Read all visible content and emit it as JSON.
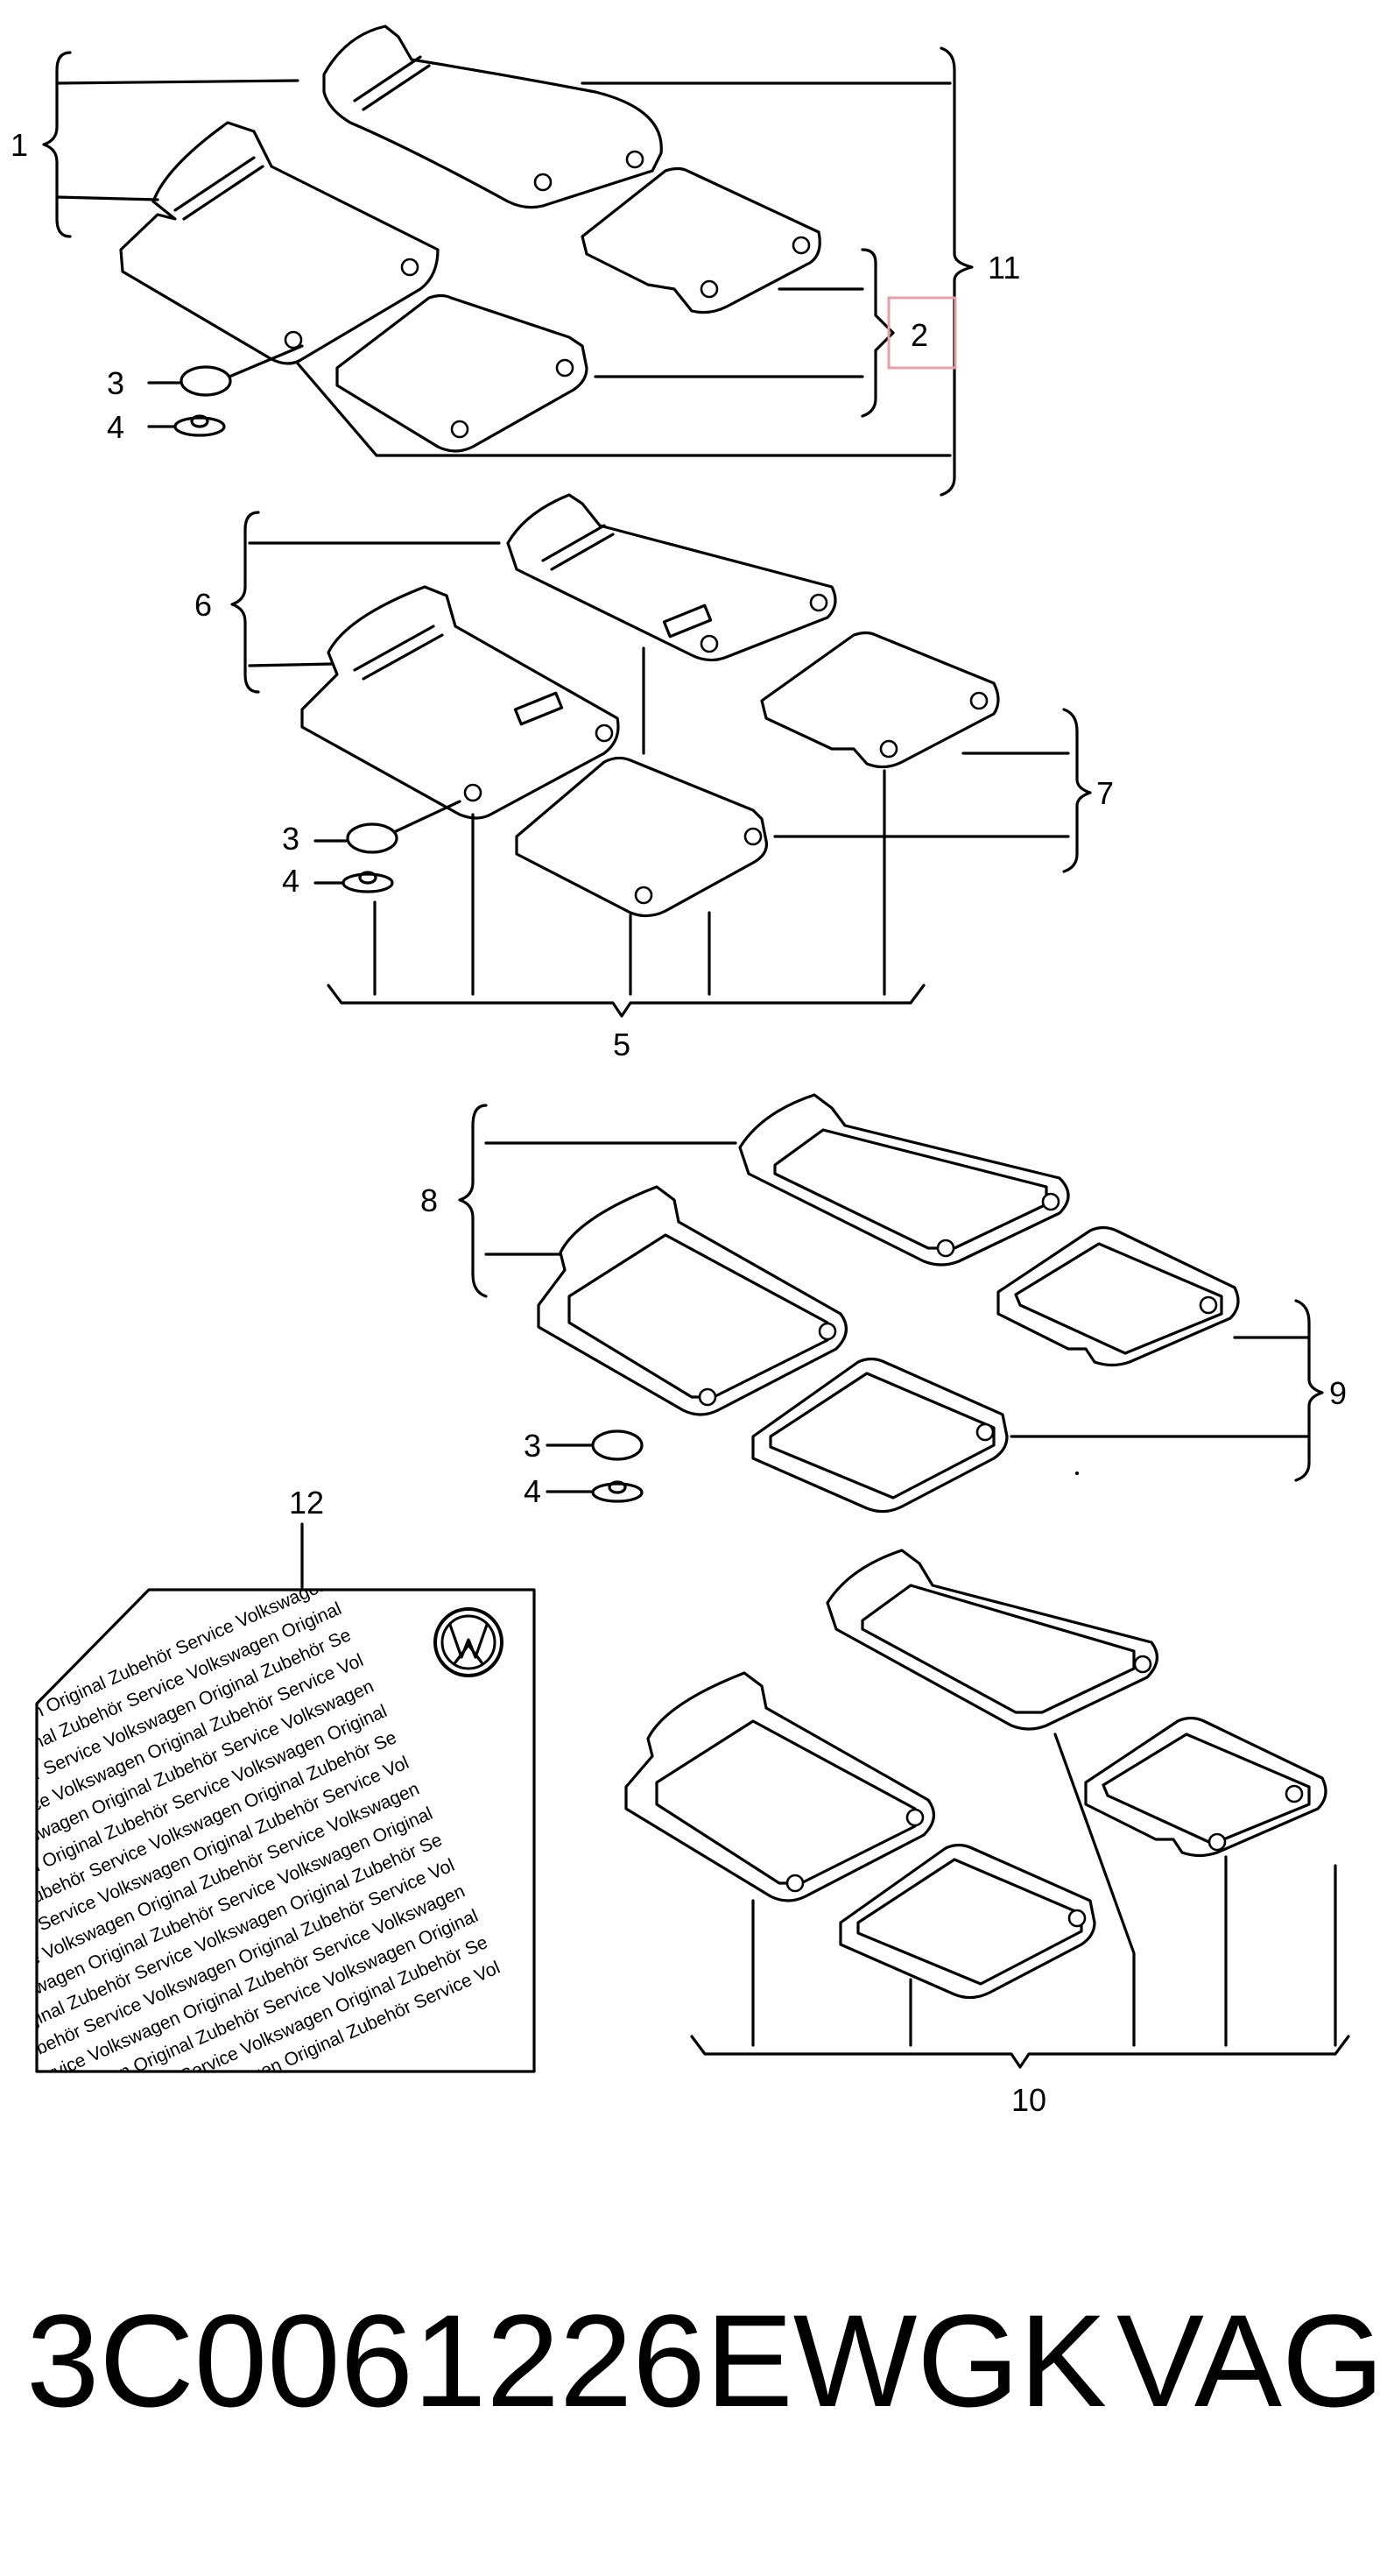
{
  "callouts": {
    "c1": "1",
    "c2": "2",
    "c3a": "3",
    "c4a": "4",
    "c11": "11",
    "c6": "6",
    "c7": "7",
    "c3b": "3",
    "c4b": "4",
    "c5": "5",
    "c8": "8",
    "c9": "9",
    "c3c": "3",
    "c4c": "4",
    "c12": "12",
    "c10": "10"
  },
  "highlight_color": "#e8a0a8",
  "sticker": {
    "lines": [
      "Service Volkswagen Original Zubehör Service Volkswagen",
      "Volkswagen Original Zubehör Service Volkswagen Original",
      "Original Zubehör Service Volkswagen Original Zubehör Se",
      "Zubehör Service Volkswagen Original Zubehör Service Vol",
      "Service Volkswagen Original Zubehör Service Volkswagen",
      "Volkswagen Original Zubehör Service Volkswagen Original",
      "Original Zubehör Service Volkswagen Original Zubehör Se",
      "Zubehör Service Volkswagen Original Zubehör Service Vol",
      "Service Volkswagen Original Zubehör Service Volkswagen",
      "Volkswagen Original Zubehör Service Volkswagen Original",
      "Original Zubehör Service Volkswagen Original Zubehör Se",
      "Zubehör Service Volkswagen Original Zubehör Service Vol"
    ]
  },
  "footer": {
    "part_number": "3C0061226EWGK",
    "brand": "VAG"
  }
}
